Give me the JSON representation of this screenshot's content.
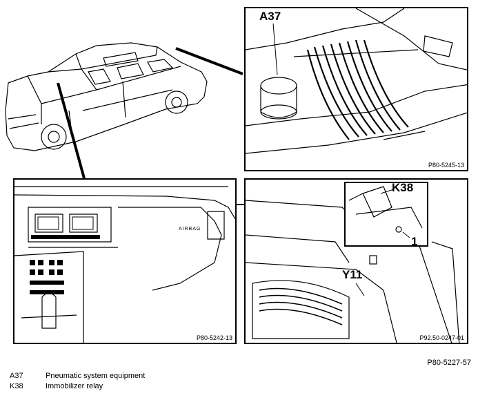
{
  "figure_ref": "P80-5227-57",
  "panels": {
    "top_right": {
      "code": "P80-5245-13",
      "callout": "A37"
    },
    "bottom_left": {
      "code": "P80-5242-13"
    },
    "bottom_right": {
      "code": "P92.50-0247-01",
      "callouts": [
        "K38",
        "1",
        "Y11"
      ]
    }
  },
  "dashboard_text": "AIRBAG",
  "legend": [
    {
      "key": "A37",
      "label": "Pneumatic system equipment"
    },
    {
      "key": "K38",
      "label": "Immobilizer relay"
    }
  ]
}
